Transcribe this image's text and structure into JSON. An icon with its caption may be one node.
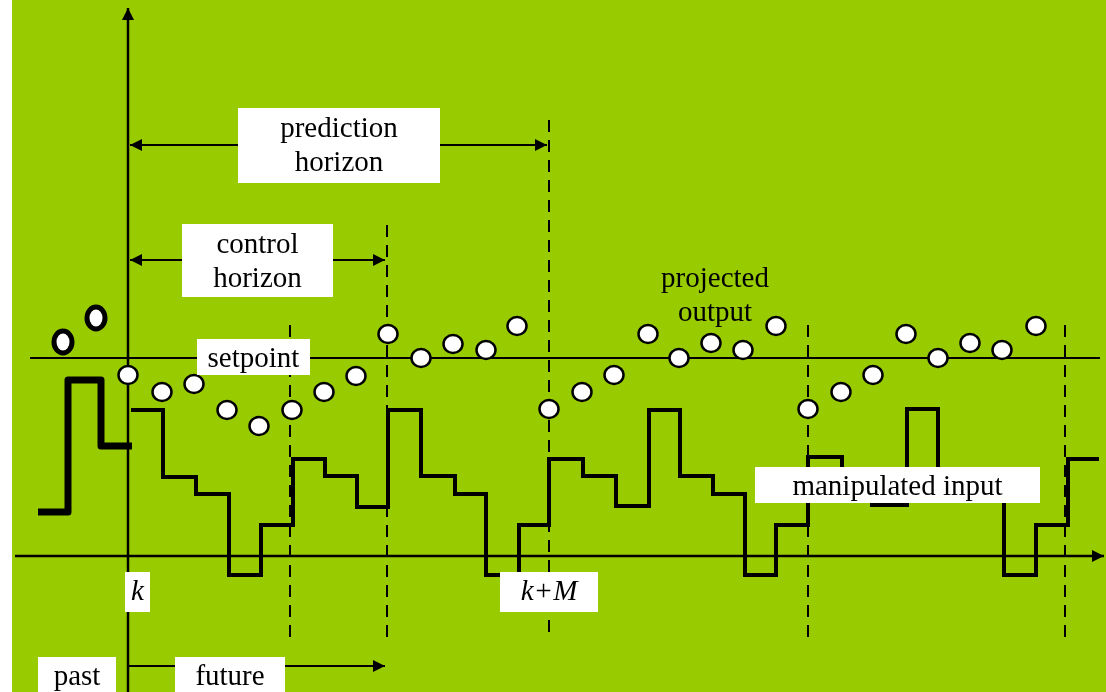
{
  "diagram": {
    "labels": [
      "prediction horizon",
      "control horizon",
      "projected output",
      "setpoint",
      "manipulated input",
      "k",
      "k+M",
      "past",
      "future"
    ]
  }
}
